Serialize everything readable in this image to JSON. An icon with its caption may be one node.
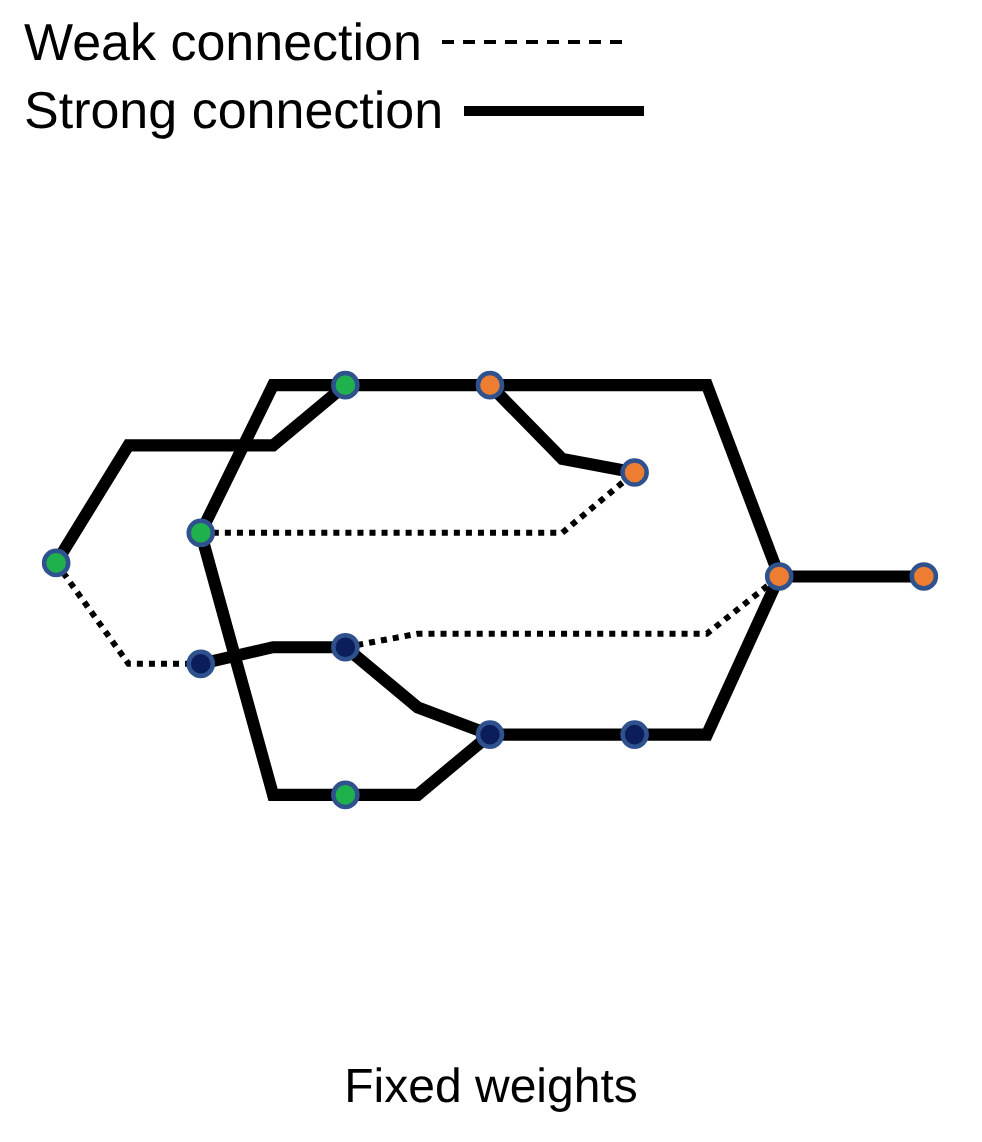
{
  "diagram": {
    "caption": "Fixed weights",
    "nodes": [
      {
        "text": [],
        "shape": "circle"
      },
      {
        "text": [],
        "shape": "circle"
      },
      {
        "text": [],
        "shape": "circle"
      },
      {
        "text": [],
        "shape": "circle"
      },
      {
        "text": [],
        "shape": "circle"
      },
      {
        "text": [],
        "shape": "circle"
      },
      {
        "text": [],
        "shape": "circle"
      },
      {
        "text": [],
        "shape": "circle"
      },
      {
        "text": [],
        "shape": "circle"
      },
      {
        "text": [],
        "shape": "circle"
      },
      {
        "text": [],
        "shape": "circle"
      },
      {
        "text": [],
        "shape": "circle"
      }
    ],
    "edges": [
      {
        "from": 0,
        "to": 4,
        "arrow": "none",
        "style": "dashed"
      },
      {
        "from": 0,
        "to": 3,
        "arrow": "none"
      },
      {
        "from": 2,
        "to": 1,
        "arrow": "none"
      },
      {
        "from": 2,
        "to": 3,
        "arrow": "none"
      },
      {
        "from": 2,
        "to": 9,
        "arrow": "none",
        "style": "dashed"
      },
      {
        "from": 1,
        "to": 6,
        "arrow": "none"
      },
      {
        "from": 4,
        "to": 5,
        "arrow": "none"
      },
      {
        "from": 5,
        "to": 6,
        "arrow": "none"
      },
      {
        "from": 6,
        "to": 7,
        "arrow": "none"
      },
      {
        "from": 7,
        "to": 10,
        "arrow": "none"
      },
      {
        "from": 5,
        "to": 10,
        "arrow": "none",
        "style": "dashed"
      },
      {
        "from": 3,
        "to": 8,
        "arrow": "none"
      },
      {
        "from": 8,
        "to": 9,
        "arrow": "none"
      },
      {
        "from": 8,
        "to": 10,
        "arrow": "none"
      },
      {
        "from": 10,
        "to": 11,
        "arrow": "none"
      }
    ],
    "legend": [
      {
        "text": "Weak connection"
      },
      {
        "text": "Strong connection"
      }
    ]
  }
}
